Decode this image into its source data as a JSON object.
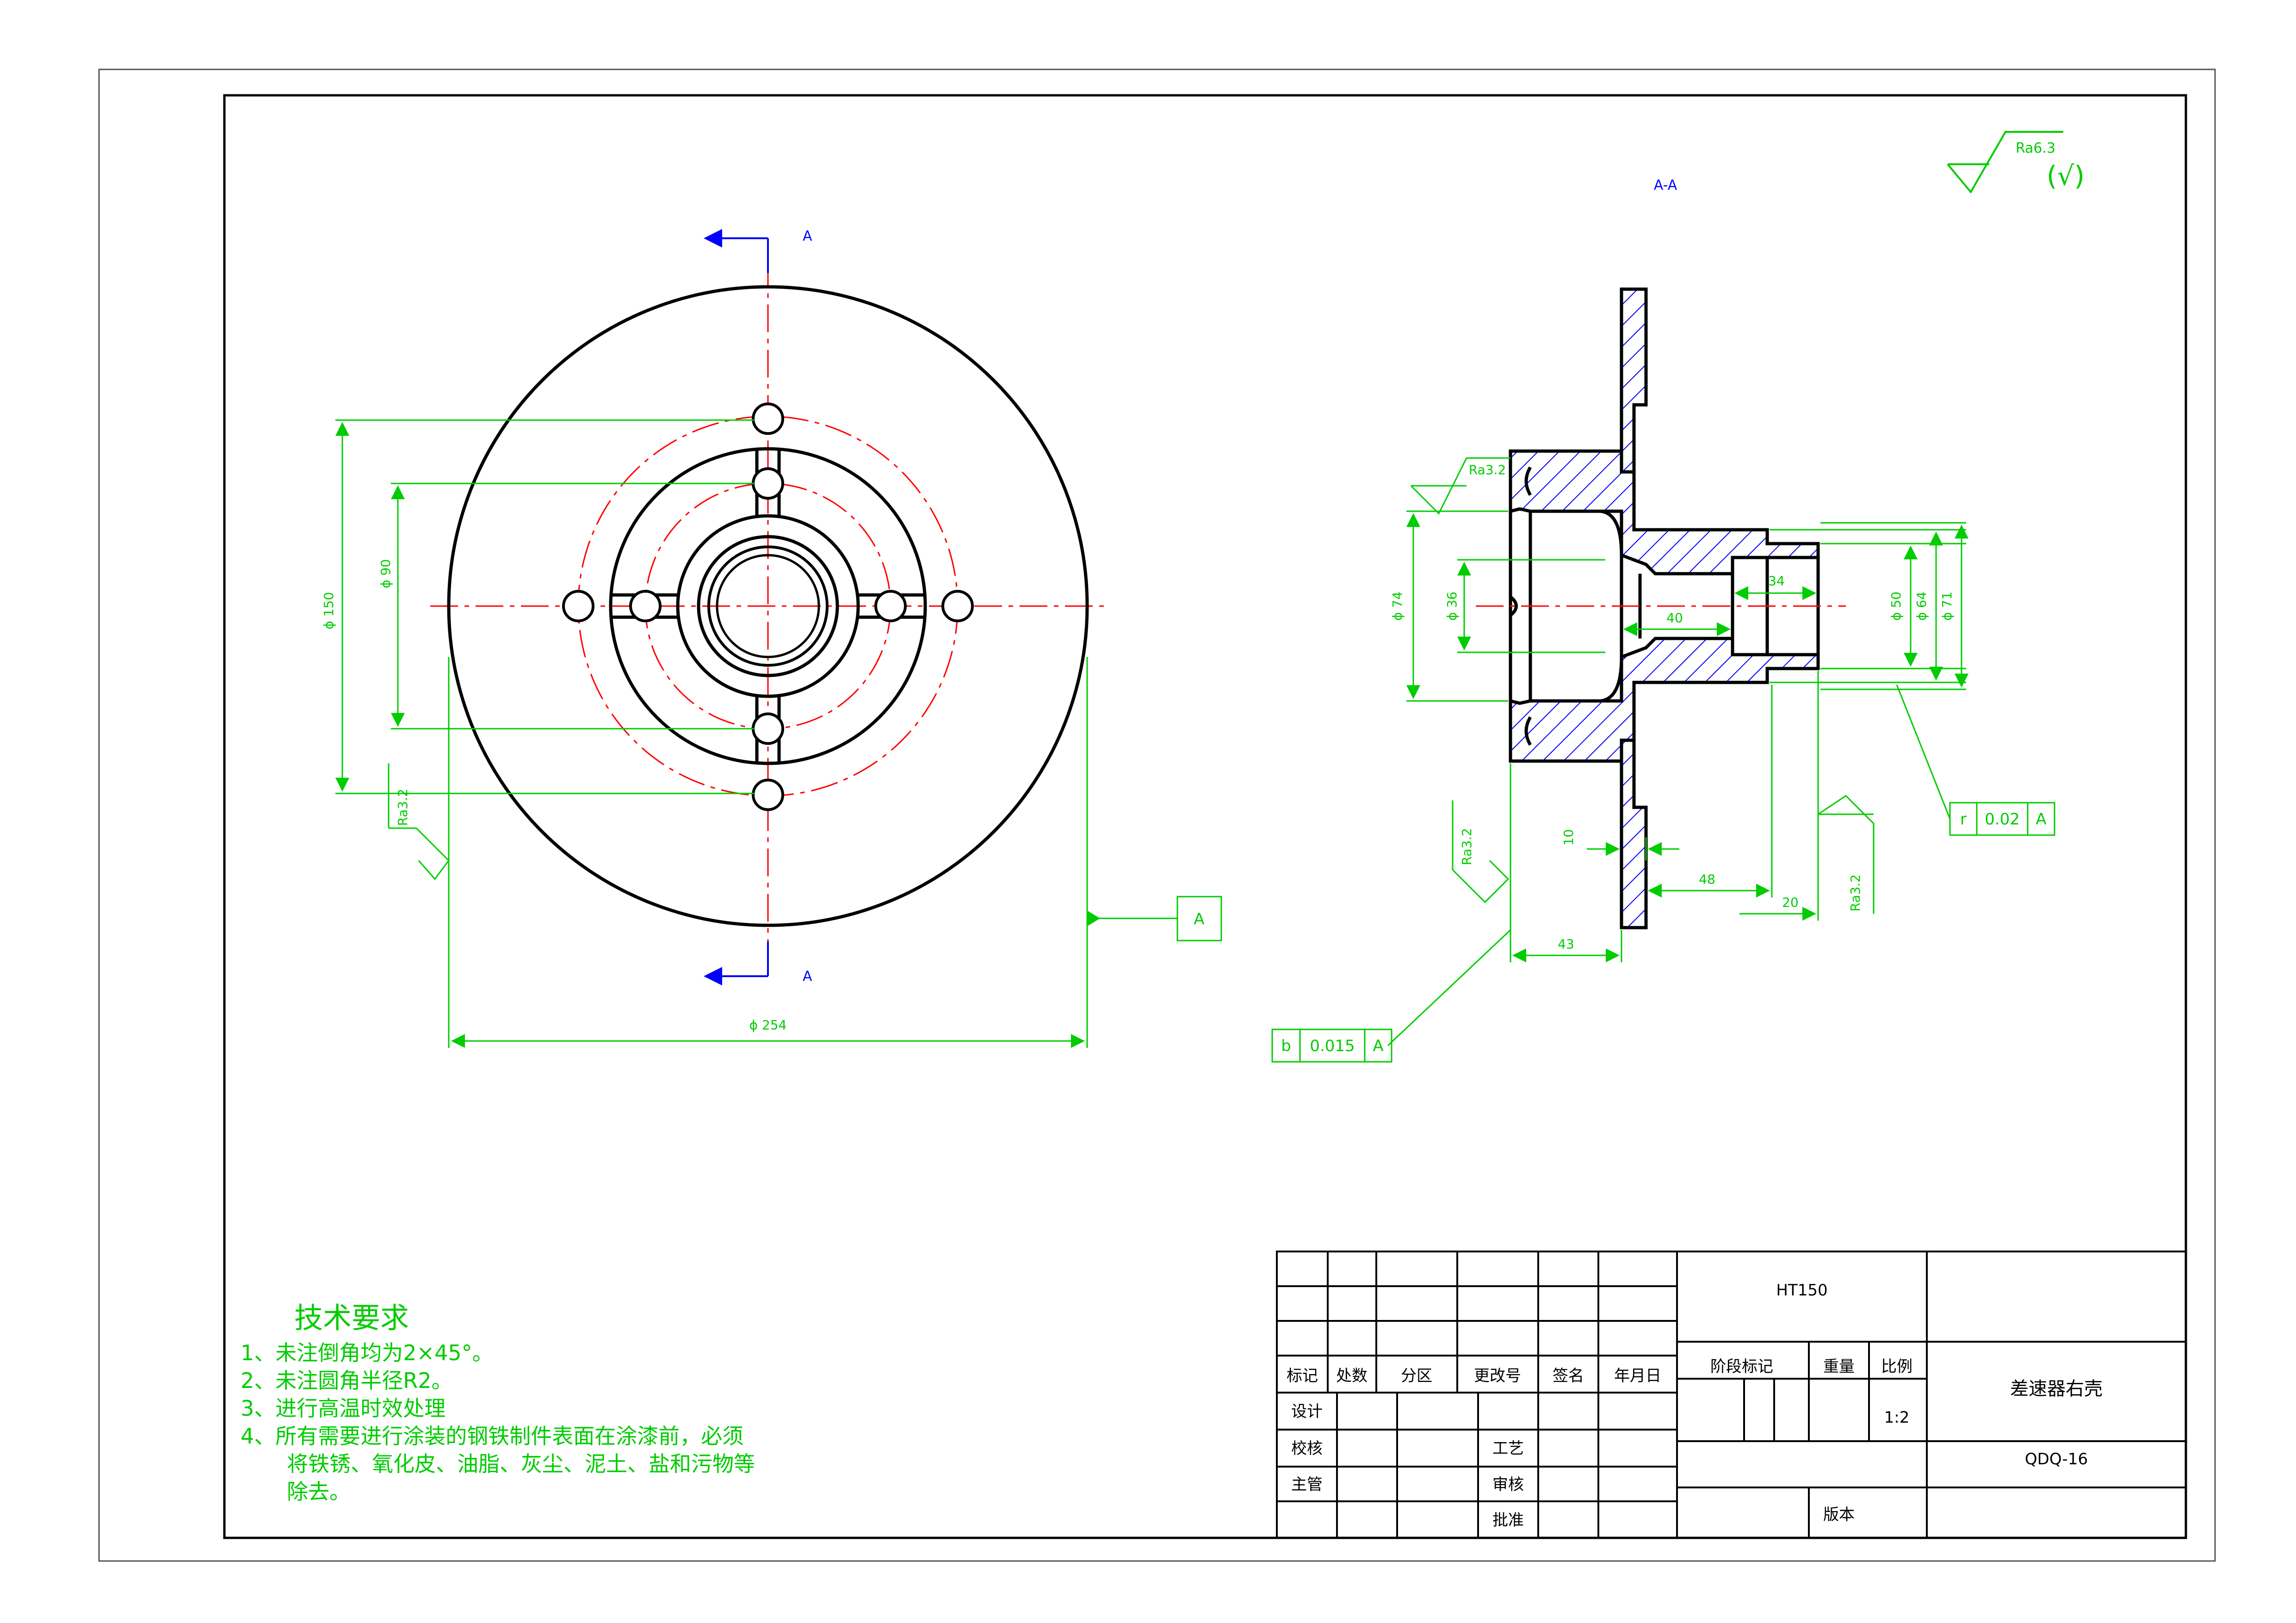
{
  "section_title": "A-A",
  "section_mark": "A",
  "surface_finish": {
    "general": "Ra6.3",
    "general_bracket": "(√)",
    "face": "Ra3.2"
  },
  "front_view_dims": {
    "d150": "ϕ 150",
    "d90": "ϕ 90",
    "d254": "ϕ 254"
  },
  "datum_label": "A",
  "section_dims": {
    "d74": "ϕ 74",
    "d36": "ϕ 36",
    "d50": "ϕ 50",
    "d64": "ϕ 64",
    "d71": "ϕ 71",
    "len40": "40",
    "len34": "34",
    "len10": "10",
    "len48": "48",
    "len20": "20",
    "len43": "43"
  },
  "tolerances": {
    "runout_face": {
      "symbol": "b",
      "value": "0.015",
      "datum": "A"
    },
    "runout_bore": {
      "symbol": "r",
      "value": "0.02",
      "datum": "A"
    }
  },
  "tech_requirements": {
    "title": "技术要求",
    "items": [
      "1、未注倒角均为2×45°。",
      "2、未注圆角半径R2。",
      "3、进行高温时效处理",
      "4、所有需要进行涂装的钢铁制件表面在涂漆前，必须",
      "将铁锈、氧化皮、油脂、灰尘、泥土、盐和污物等",
      "除去。"
    ]
  },
  "title_block": {
    "material": "HT150",
    "part_name": "差速器右壳",
    "drawing_no": "QDQ-16",
    "scale": "1:2",
    "headers": [
      "标记",
      "处数",
      "分区",
      "更改号",
      "签名",
      "年月日"
    ],
    "stage_label": "阶段标记",
    "weight_label": "重量",
    "scale_label": "比例",
    "roles_left": [
      "设计",
      "校核",
      "主管"
    ],
    "roles_right": [
      "工艺",
      "审核",
      "批准"
    ],
    "version_label": "版本"
  },
  "colors": {
    "outline": "#000000",
    "dimension": "#00cc00",
    "centerline": "#ff0000",
    "section_hatch": "#0000ff",
    "frame": "#333333"
  }
}
